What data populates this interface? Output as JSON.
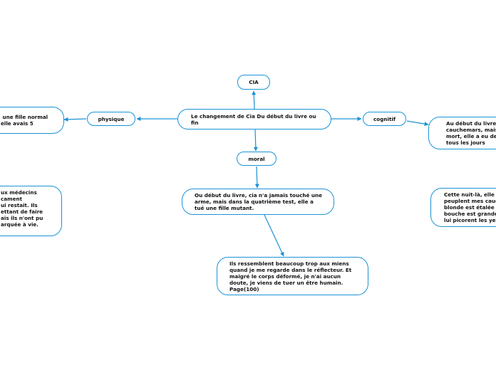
{
  "colors": {
    "line": "#1b93d6",
    "text": "#111111",
    "background": "#ffffff"
  },
  "central": "Le changement de Cia Du début du livre ou\nfin",
  "branches": {
    "cia": "CIA",
    "physique": "physique",
    "cognitif": "cognitif",
    "moral": "moral"
  },
  "notes": {
    "physique_top": " une fille normal\nelle avais 5",
    "physique_bottom": "ux médecins\ncament\nui restait. Ils\nettant de faire\nais ils n'ont pu\narquée à vie.",
    "moral_main": "Ou début du livre, cia n'a jamais touché une\narme, mais dans la quatrième test, elle a\ntué une fille mutant.",
    "moral_sub": "Ils ressemblent beaucoup trop aux miens\nquand je me regarde dans le réflecteur. Et\nmaigré le corps déformé, je n'ai aucun\ndoute, je viens de tuer un être humain.\nPage(100)",
    "cognitif_top": "Au début du livre c\ncauchemars, mais\nmort, elle a eu des\ntous les jours",
    "cognitif_bottom": "Cette nuit-là, elle r\npeuplent mes cauc\nblonde est étalée s\nbouche est grande\nlui picorent les yeu"
  }
}
